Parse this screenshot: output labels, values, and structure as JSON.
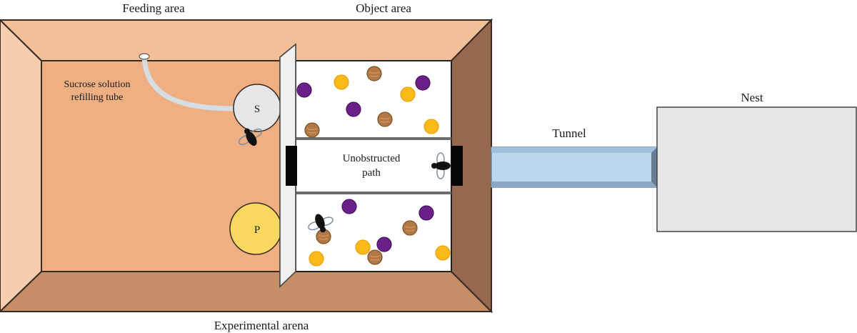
{
  "labels": {
    "feeding_area": "Feeding area",
    "object_area": "Object area",
    "experimental_arena": "Experimental arena",
    "tunnel": "Tunnel",
    "nest": "Nest",
    "unobstructed_line1": "Unobstructed",
    "unobstructed_line2": "path",
    "sucrose_line1": "Sucrose solution",
    "sucrose_line2": "refilling tube",
    "sucrose_feeder": "S",
    "pollen_feeder": "P"
  },
  "colors": {
    "back_wall": "#f3bf98",
    "floor": "#eeaf82",
    "left_wall": "#f7cdb0",
    "bottom_wall": "#c58d68",
    "right_wall": "#96684e",
    "object_area_bg": "#ffffff",
    "sucrose": "#e6e6e8",
    "pollen": "#f9d860",
    "tunnel": "#bcd6ee",
    "nest": "#e6e6e8",
    "purple_object": "#6b1f88",
    "yellow_object": "#fcb91a",
    "wood_object": "#b17845"
  },
  "objects": {
    "upper": [
      {
        "kind": "purple"
      },
      {
        "kind": "yellow"
      },
      {
        "kind": "wood"
      },
      {
        "kind": "yellow"
      },
      {
        "kind": "purple"
      },
      {
        "kind": "purple"
      },
      {
        "kind": "wood"
      },
      {
        "kind": "wood"
      },
      {
        "kind": "yellow"
      }
    ],
    "lower": [
      {
        "kind": "purple"
      },
      {
        "kind": "purple"
      },
      {
        "kind": "wood"
      },
      {
        "kind": "wood"
      },
      {
        "kind": "yellow"
      },
      {
        "kind": "purple"
      },
      {
        "kind": "yellow"
      },
      {
        "kind": "wood"
      },
      {
        "kind": "yellow"
      }
    ]
  },
  "bees": [
    {
      "location": "at sucrose feeder"
    },
    {
      "location": "in unobstructed path"
    },
    {
      "location": "in lower object area"
    }
  ]
}
